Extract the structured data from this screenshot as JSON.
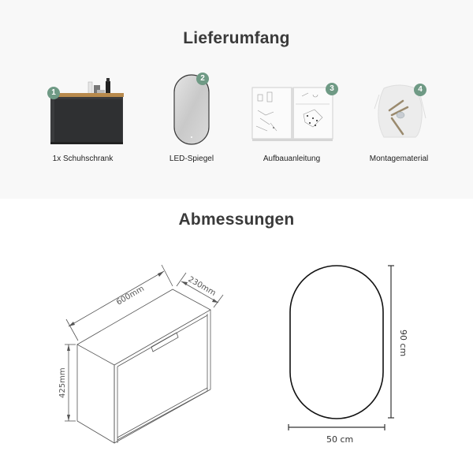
{
  "delivery": {
    "title": "Lieferumfang",
    "items": [
      {
        "number": "1",
        "label": "1x Schuhschrank",
        "icon": "shoe-cabinet-image"
      },
      {
        "number": "2",
        "label": "LED-Spiegel",
        "icon": "led-mirror-image"
      },
      {
        "number": "3",
        "label": "Aufbauanleitung",
        "icon": "assembly-instructions-image"
      },
      {
        "number": "4",
        "label": "Montagematerial",
        "icon": "mounting-hardware-bag-image"
      }
    ],
    "badge_color": "#6f9a85",
    "background": "#f8f8f8"
  },
  "dimensions": {
    "title": "Abmessungen",
    "cabinet": {
      "width": "600mm",
      "depth": "230mm",
      "height": "425mm"
    },
    "mirror": {
      "width": "50 cm",
      "height": "90 cm"
    }
  }
}
